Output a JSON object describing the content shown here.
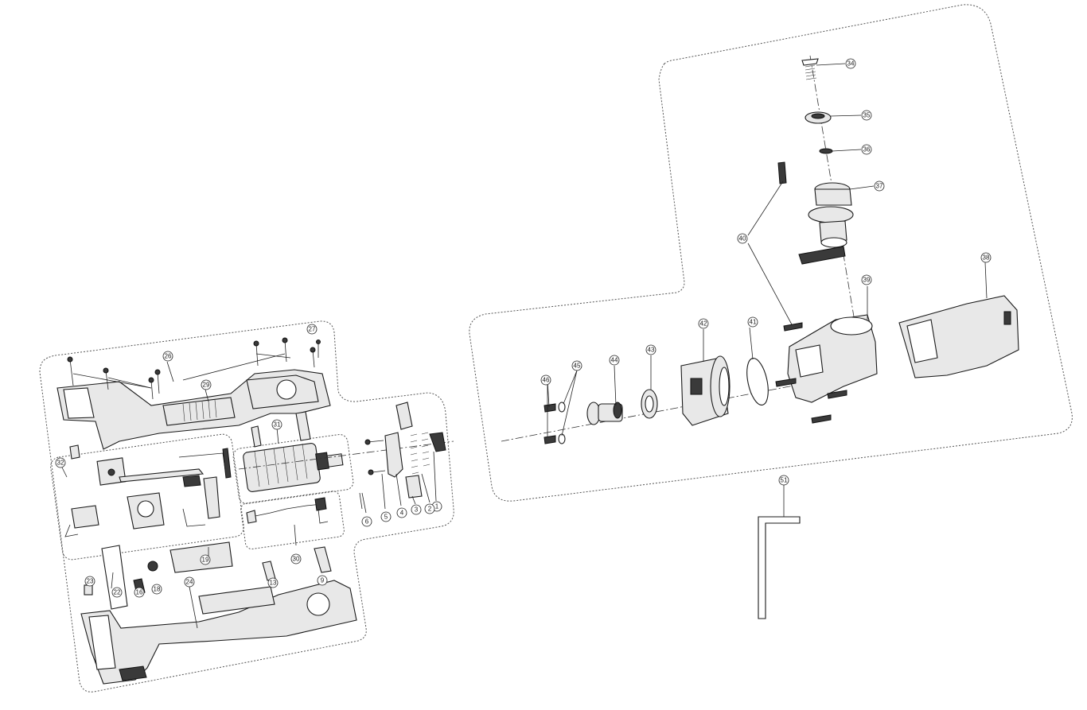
{
  "callouts": {
    "c1": "1",
    "c2": "2",
    "c3": "3",
    "c4": "4",
    "c5": "5",
    "c6": "6",
    "c9": "9",
    "c13": "13",
    "c16": "16",
    "c18": "18",
    "c19": "19",
    "c22": "22",
    "c23": "23",
    "c24": "24",
    "c26": "26",
    "c27": "27",
    "c29": "29",
    "c30": "30",
    "c31": "31",
    "c32": "32",
    "c34": "34",
    "c35": "35",
    "c36": "36",
    "c37": "37",
    "c38": "38",
    "c39": "39",
    "c40": "40",
    "c41": "41",
    "c42": "42",
    "c43": "43",
    "c44": "44",
    "c45": "45",
    "c46": "46",
    "c51": "51"
  },
  "colors": {
    "line": "#1a1a1a",
    "fill_light": "#e8e8e8",
    "fill_dark": "#3a3a3a",
    "background": "#ffffff"
  }
}
